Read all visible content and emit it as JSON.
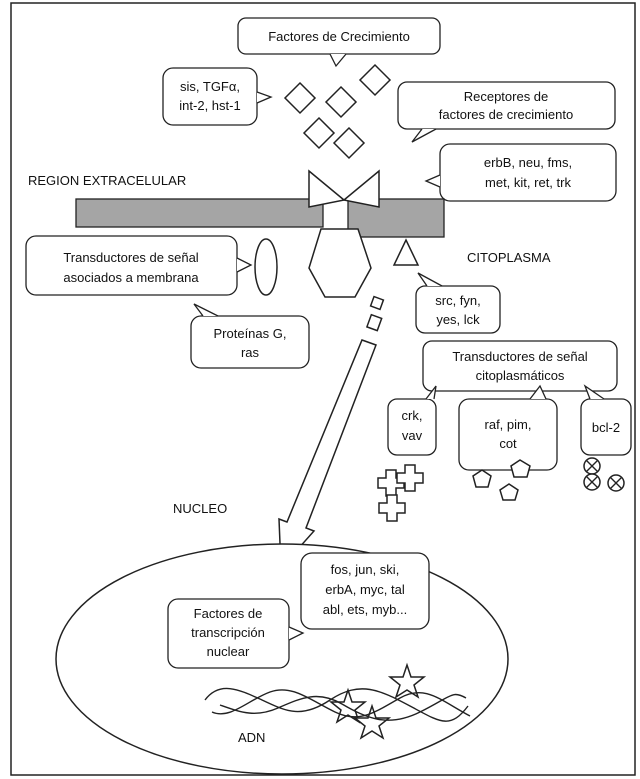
{
  "labels": {
    "growth_factors": "Factores de Crecimiento",
    "growth_factor_genes": [
      "sis, TGFα,",
      "int-2, hst-1"
    ],
    "receptors": [
      "Receptores de",
      "factores de crecimiento"
    ],
    "receptor_genes": [
      "erbB, neu, fms,",
      "met, kit, ret, trk"
    ],
    "extracellular_region": "REGION EXTRACELULAR",
    "membrane_transducers": [
      "Transductores de señal",
      "asociados a membrana"
    ],
    "cytoplasm": "CITOPLASMA",
    "g_proteins": [
      "Proteínas G,",
      "ras"
    ],
    "src_genes": [
      "src, fyn,",
      "yes, lck"
    ],
    "cytoplasmic_transducers": [
      "Transductores de señal",
      "citoplasmáticos"
    ],
    "crk_genes": [
      "crk,",
      "vav"
    ],
    "raf_genes": [
      "raf, pim,",
      "cot"
    ],
    "bcl_genes": "bcl-2",
    "nucleus": "NUCLEO",
    "nuclear_factors": [
      "Factores de",
      "transcripción",
      "nuclear"
    ],
    "nuclear_genes": [
      "fos, jun, ski,",
      "erbA, myc, tal",
      "abl, ets, myb..."
    ],
    "dna": "ADN"
  }
}
